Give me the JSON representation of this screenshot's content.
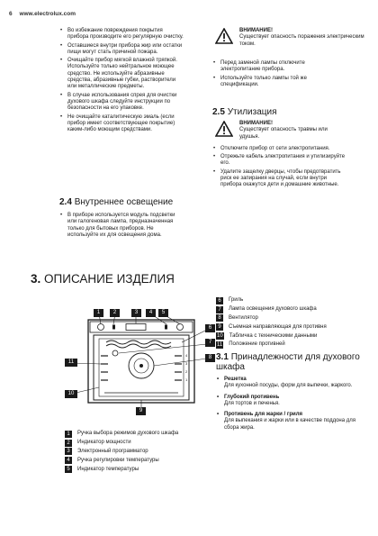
{
  "header": {
    "page_number": "6",
    "website": "www.electrolux.com"
  },
  "left_column": {
    "bullets": [
      "Во избежание повреждения покрытия прибора производите его регулярную очистку.",
      "Оставшиеся внутри прибора жир или остатки пищи могут стать причиной пожара.",
      "Очищайте прибор мягкой влажной тряпкой. Используйте только нейтральное моющее средство. Не используйте абразивные средства, абразивные губки, растворители или металлические предметы.",
      "В случае использования спрея для очистки духового шкафа следуйте инструкции по безопасности на его упаковке.",
      "Не очищайте каталитическую эмаль (если прибор имеет соответствующее покрытие) каким-либо моющим средствами."
    ],
    "section_2_4": {
      "number": "2.4",
      "title": "Внутреннее освещение",
      "bullets": [
        "В приборе используется модуль подсветки или галогеновая лампа, предназначенная только для бытовых приборов. Не используйте их для освещения дома."
      ]
    }
  },
  "right_column": {
    "warning_1": {
      "title": "ВНИМАНИЕ!",
      "text": "Существует опасность поражения электрическим током."
    },
    "bullets": [
      "Перед заменой лампы отключите электропитание прибора.",
      "Используйте только лампы той же спецификации."
    ],
    "section_2_5": {
      "number": "2.5",
      "title": "Утилизация",
      "warning": {
        "title": "ВНИМАНИЕ!",
        "text": "Существует опасность травмы или удушья."
      },
      "bullets": [
        "Отключите прибор от сети электропитания.",
        "Отрежьте кабель электропитания и утилизируйте его.",
        "Удалите защелку дверцы, чтобы предотвратить риск ее запирания на случай, если внутри прибора окажутся дети и домашние животные."
      ]
    }
  },
  "section_3": {
    "number": "3.",
    "title": "ОПИСАНИЕ ИЗДЕЛИЯ",
    "callouts": [
      "1",
      "2",
      "3",
      "4",
      "5",
      "6",
      "7",
      "8",
      "9",
      "10",
      "11"
    ],
    "legend_left": [
      {
        "num": "1",
        "text": "Ручка выбора режимов духового шкафа"
      },
      {
        "num": "2",
        "text": "Индикатор мощности"
      },
      {
        "num": "3",
        "text": "Электронный программатор"
      },
      {
        "num": "4",
        "text": "Ручка регулировки температуры"
      },
      {
        "num": "5",
        "text": "Индикатор температуры"
      }
    ],
    "legend_right": [
      {
        "num": "6",
        "text": "Гриль"
      },
      {
        "num": "7",
        "text": "Лампа освещения духового шкафа"
      },
      {
        "num": "8",
        "text": "Вентилятор"
      },
      {
        "num": "9",
        "text": "Съемная направляющая для противня"
      },
      {
        "num": "10",
        "text": "Табличка с техническими данными"
      },
      {
        "num": "11",
        "text": "Положение противней"
      }
    ],
    "section_3_1": {
      "number": "3.1",
      "title_line1": "Принадлежности для духового",
      "title_line2": "шкафа",
      "items": [
        {
          "name": "Решетка",
          "desc": "Для кухонной посуды, форм для выпечки, жаркого."
        },
        {
          "name": "Глубокий противень",
          "desc": "Для тортов и печенья."
        },
        {
          "name": "Противень для жарки / гриля",
          "desc": "Для выпекания и жарки или в качестве поддона для сбора жира."
        }
      ]
    }
  }
}
